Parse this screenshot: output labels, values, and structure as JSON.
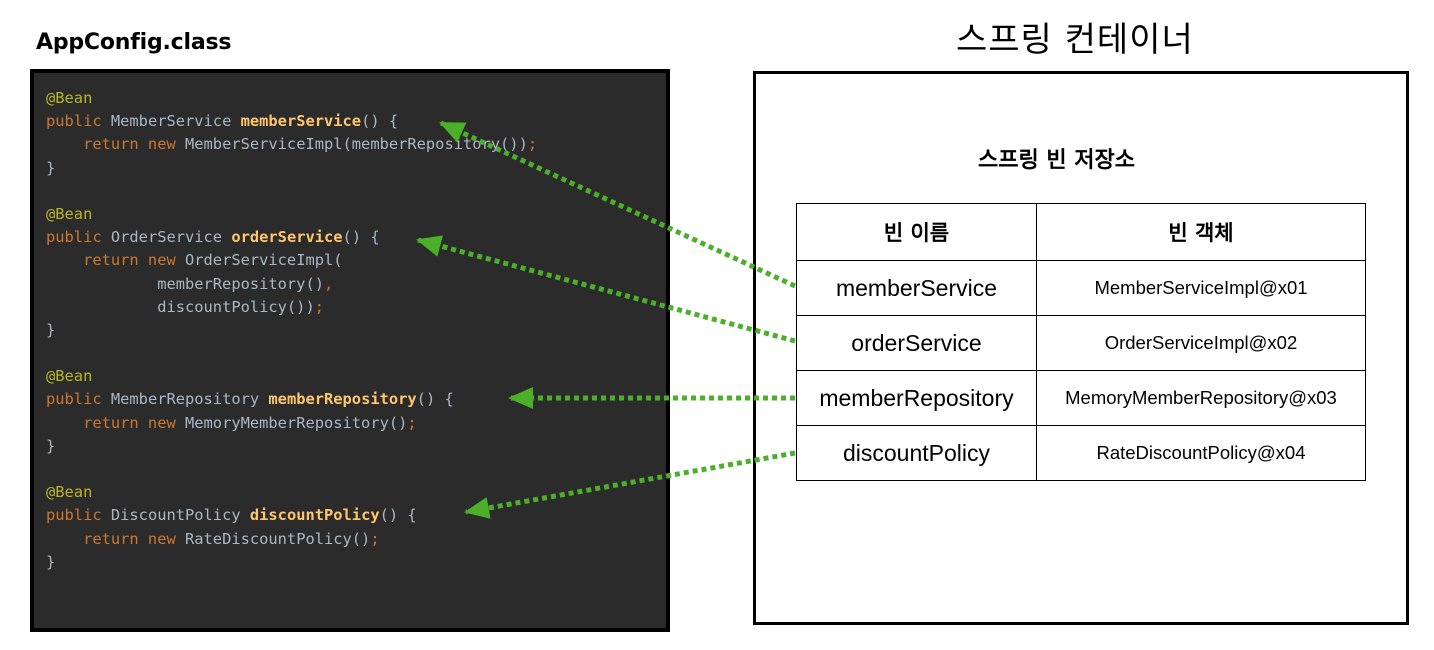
{
  "left_panel": {
    "title": "AppConfig.class",
    "code": [
      [
        {
          "t": "@Bean",
          "c": "ann"
        }
      ],
      [
        {
          "t": "public ",
          "c": "kw"
        },
        {
          "t": "MemberService ",
          "c": "pl"
        },
        {
          "t": "memberService",
          "c": "fn"
        },
        {
          "t": "() {",
          "c": "pl"
        }
      ],
      [
        {
          "t": "    return new ",
          "c": "kw"
        },
        {
          "t": "MemberServiceImpl(memberRepository())",
          "c": "pl"
        },
        {
          "t": ";",
          "c": "kw"
        }
      ],
      [
        {
          "t": "}",
          "c": "pl"
        }
      ],
      [],
      [
        {
          "t": "@Bean",
          "c": "ann"
        }
      ],
      [
        {
          "t": "public ",
          "c": "kw"
        },
        {
          "t": "OrderService ",
          "c": "pl"
        },
        {
          "t": "orderService",
          "c": "fn"
        },
        {
          "t": "() {",
          "c": "pl"
        }
      ],
      [
        {
          "t": "    return new ",
          "c": "kw"
        },
        {
          "t": "OrderServiceImpl(",
          "c": "pl"
        }
      ],
      [
        {
          "t": "            memberRepository()",
          "c": "pl"
        },
        {
          "t": ",",
          "c": "kw"
        }
      ],
      [
        {
          "t": "            discountPolicy())",
          "c": "pl"
        },
        {
          "t": ";",
          "c": "kw"
        }
      ],
      [
        {
          "t": "}",
          "c": "pl"
        }
      ],
      [],
      [
        {
          "t": "@Bean",
          "c": "ann"
        }
      ],
      [
        {
          "t": "public ",
          "c": "kw"
        },
        {
          "t": "MemberRepository ",
          "c": "pl"
        },
        {
          "t": "memberRepository",
          "c": "fn"
        },
        {
          "t": "() {",
          "c": "pl"
        }
      ],
      [
        {
          "t": "    return new ",
          "c": "kw"
        },
        {
          "t": "MemoryMemberRepository()",
          "c": "pl"
        },
        {
          "t": ";",
          "c": "kw"
        }
      ],
      [
        {
          "t": "}",
          "c": "pl"
        }
      ],
      [],
      [
        {
          "t": "@Bean",
          "c": "ann"
        }
      ],
      [
        {
          "t": "public ",
          "c": "kw"
        },
        {
          "t": "DiscountPolicy ",
          "c": "pl"
        },
        {
          "t": "discountPolicy",
          "c": "fn"
        },
        {
          "t": "() {",
          "c": "pl"
        }
      ],
      [
        {
          "t": "    return new ",
          "c": "kw"
        },
        {
          "t": "RateDiscountPolicy()",
          "c": "pl"
        },
        {
          "t": ";",
          "c": "kw"
        }
      ],
      [
        {
          "t": "}",
          "c": "pl"
        }
      ]
    ]
  },
  "container": {
    "title": "스프링 컨테이너",
    "storage_title": "스프링 빈 저장소",
    "table": {
      "headers": [
        "빈 이름",
        "빈 객체"
      ],
      "rows": [
        {
          "name": "memberService",
          "object": "MemberServiceImpl@x01"
        },
        {
          "name": "orderService",
          "object": "OrderServiceImpl@x02"
        },
        {
          "name": "memberRepository",
          "object": "MemoryMemberRepository@x03"
        },
        {
          "name": "discountPolicy",
          "object": "RateDiscountPolicy@x04"
        }
      ]
    }
  },
  "colors": {
    "code_bg": "#2b2b2b",
    "keyword": "#cc7832",
    "annotation": "#bbb529",
    "method_name": "#ffc66d",
    "plain_code": "#a9b7c6",
    "arrow": "#4caf2a"
  },
  "arrows": [
    {
      "from": "memberService",
      "to": "memberService()"
    },
    {
      "from": "orderService",
      "to": "orderService()"
    },
    {
      "from": "memberRepository",
      "to": "memberRepository()"
    },
    {
      "from": "discountPolicy",
      "to": "discountPolicy()"
    }
  ]
}
